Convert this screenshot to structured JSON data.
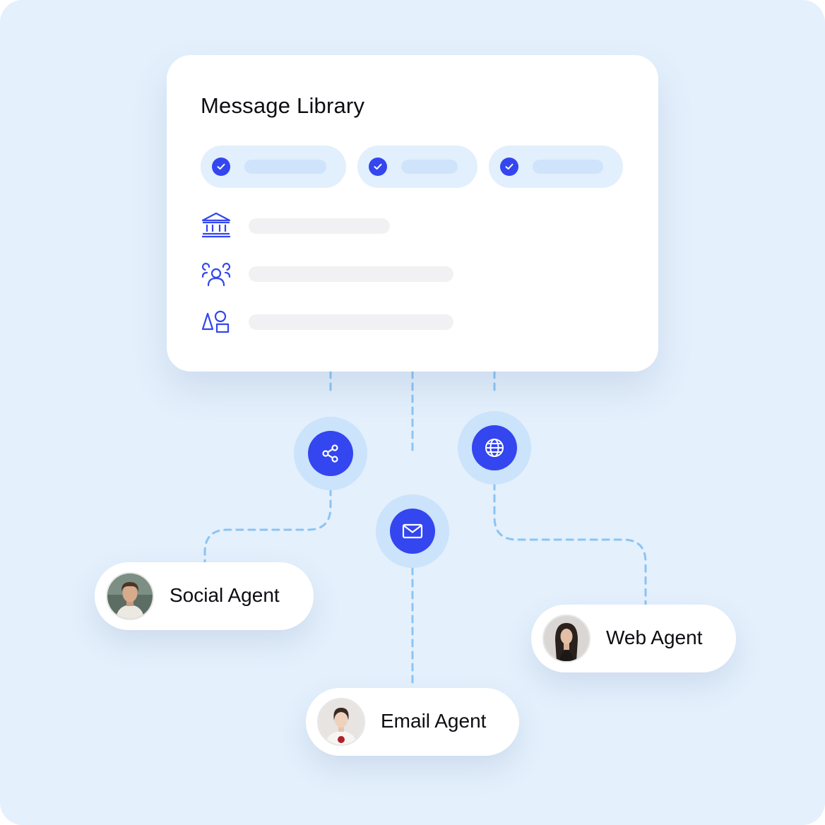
{
  "card": {
    "title": "Message Library",
    "chips": [
      {
        "icon": "check-icon"
      },
      {
        "icon": "check-icon"
      },
      {
        "icon": "check-icon"
      }
    ],
    "rows": [
      {
        "icon": "bank-icon"
      },
      {
        "icon": "users-icon"
      },
      {
        "icon": "shapes-icon"
      }
    ]
  },
  "channels": [
    {
      "icon": "share-icon"
    },
    {
      "icon": "mail-icon"
    },
    {
      "icon": "globe-icon"
    }
  ],
  "agents": [
    {
      "label": "Social Agent",
      "avatar": "avatar-social"
    },
    {
      "label": "Email Agent",
      "avatar": "avatar-email"
    },
    {
      "label": "Web Agent",
      "avatar": "avatar-web"
    }
  ],
  "colors": {
    "background": "#e4f0fc",
    "accent": "#3346ef",
    "connector": "#7fbef0",
    "chip_bg": "#e2effc",
    "placeholder": "#f1f1f3"
  }
}
